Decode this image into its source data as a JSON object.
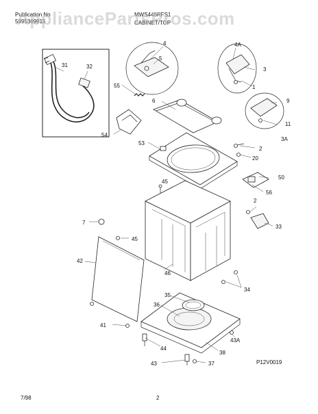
{
  "header": {
    "pub_label": "Publication No",
    "pub_number": "5995369915",
    "model": "MWS445RFS1",
    "section": "CABINET/TOP"
  },
  "watermark": "AppliancePartsPros.com",
  "callouts": {
    "c1": "1",
    "c2a": "2",
    "c2b": "2",
    "c3": "3",
    "c3a": "3A",
    "c4": "4",
    "c4a": "4A",
    "c5": "5",
    "c6": "6",
    "c7": "7",
    "c9": "9",
    "c11": "11",
    "c20": "20",
    "c31": "31",
    "c32": "32",
    "c33": "33",
    "c34": "34",
    "c35": "35",
    "c36": "36",
    "c37": "37",
    "c38": "38",
    "c41": "41",
    "c42": "42",
    "c43": "43",
    "c43a": "43A",
    "c44": "44",
    "c45a": "45",
    "c45b": "45",
    "c46": "46",
    "c50": "50",
    "c53": "53",
    "c54": "54",
    "c55": "55",
    "c56": "56"
  },
  "figure_code": "P12V0019",
  "footer": {
    "date": "7/98",
    "page": "2"
  }
}
